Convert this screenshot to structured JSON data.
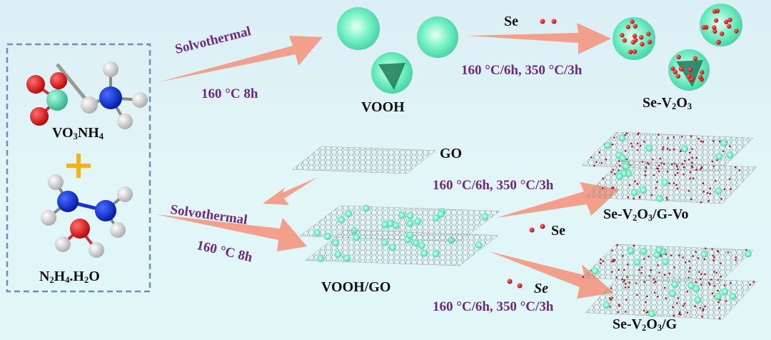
{
  "reactants": {
    "vanadate": [
      "VO",
      "3",
      "NH",
      "4"
    ],
    "plus": "+",
    "hydrazine": [
      "N",
      "2",
      "H",
      "4",
      ".H",
      "2",
      "O"
    ]
  },
  "top_route": {
    "step1_method": "Solvothermal",
    "step1_condition": "160 °C  8h",
    "intermediate": "VOOH",
    "dopant": "Se",
    "step2_condition": "160 °C/6h, 350 °C/3h",
    "product": [
      "Se-V",
      "2",
      "O",
      "3"
    ]
  },
  "bottom_route": {
    "go_label": "GO",
    "step1_method": "Solvothermal",
    "step1_condition": "160 °C  8h",
    "intermediate": "VOOH/GO",
    "upper_condition": "160 °C/6h, 350 °C/3h",
    "upper_dopant": "Se",
    "upper_product": [
      "Se-V",
      "2",
      "O",
      "3",
      "/G-Vo"
    ],
    "lower_dopant": "Se",
    "lower_condition": "160 °C/6h, 350 °C/3h",
    "lower_product": [
      "Se-V",
      "2",
      "O",
      "3",
      "/G"
    ]
  },
  "colors": {
    "arrow": "#f2a08c",
    "text_purple": "#6a2a86",
    "sphere": "#6cf0c4",
    "se_dot": "#b5141c",
    "plus": "#f7b21a",
    "box": "#6f8fb5"
  }
}
